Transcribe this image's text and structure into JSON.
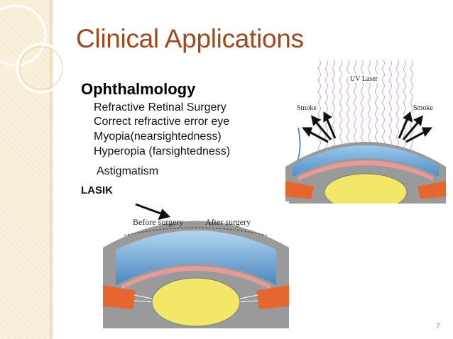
{
  "slide": {
    "title": "Clinical Applications",
    "heading": "Ophthalmology",
    "bullets": [
      "Refractive Retinal Surgery",
      "Correct refractive error eye",
      "Myopia(nearsightedness)",
      "Hyperopia (farsightedness)",
      "Astigmatism"
    ],
    "lasik": "LASIK",
    "page_number": "7"
  },
  "figure1": {
    "uv_laser": "UV Laser",
    "smoke_left": "Smoke",
    "smoke_right": "Smoke"
  },
  "figure2": {
    "before": "Before surgery",
    "after": "After surgery"
  },
  "colors": {
    "title": "#9b4a22",
    "band": "#f7ecd4",
    "cornea": "#6fa9d8",
    "lens": "#f3e76a",
    "muscle": "#e5672f"
  }
}
